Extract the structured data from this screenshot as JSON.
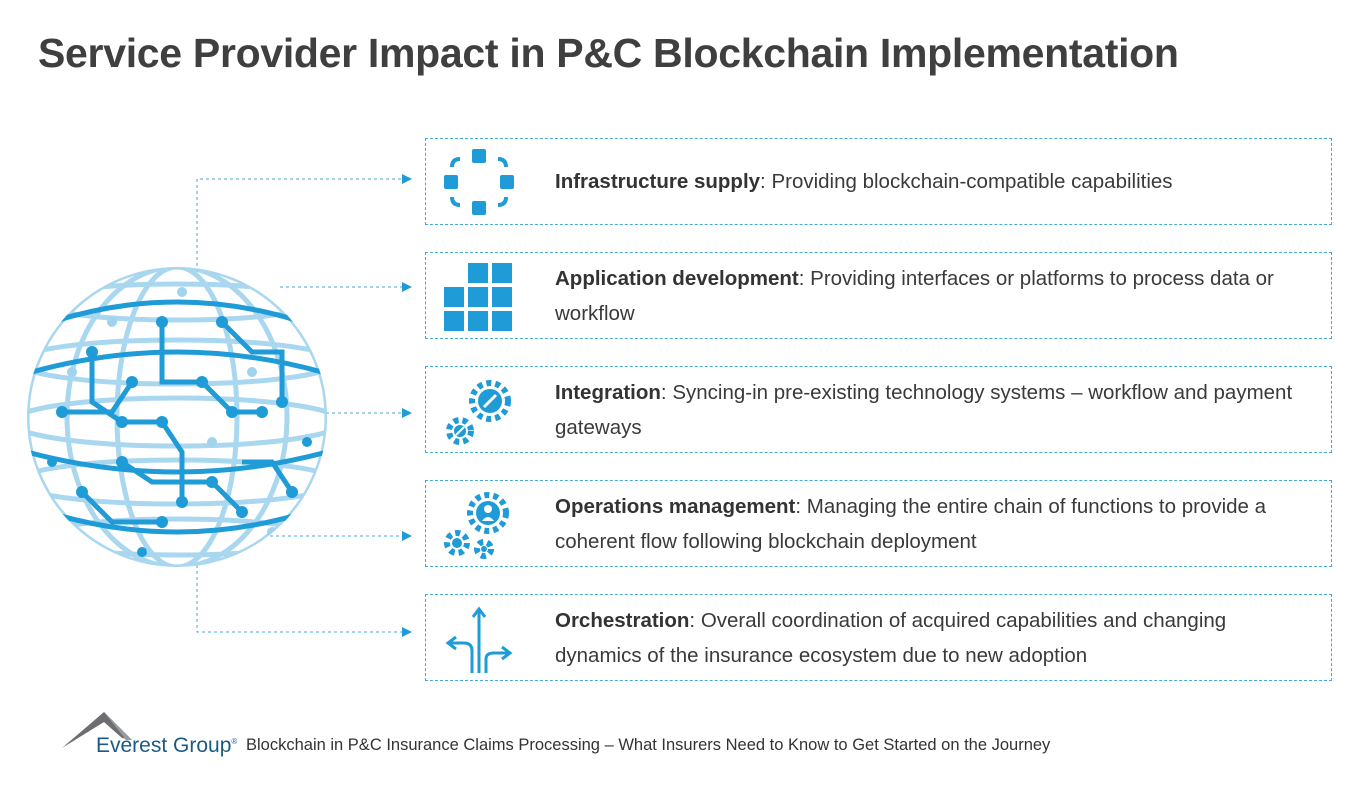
{
  "title": "Service Provider Impact in P&C Blockchain Implementation",
  "accent_color": "#1f9bd7",
  "items": [
    {
      "icon": "network-nodes-icon",
      "heading": "Infrastructure supply",
      "desc": ": Providing blockchain-compatible capabilities"
    },
    {
      "icon": "grid-blocks-icon",
      "heading": "Application development",
      "desc": ": Providing interfaces or platforms to process data or workflow"
    },
    {
      "icon": "gears-tools-icon",
      "heading": "Integration",
      "desc": ": Syncing-in pre-existing technology systems – workflow and payment gateways"
    },
    {
      "icon": "gears-person-icon",
      "heading": "Operations management",
      "desc": ": Managing the entire chain of functions to provide a coherent flow following blockchain deployment"
    },
    {
      "icon": "branching-arrows-icon",
      "heading": "Orchestration",
      "desc": ": Overall coordination of acquired capabilities and changing dynamics of the insurance ecosystem due to new adoption"
    }
  ],
  "footer": {
    "brand": "Everest Group",
    "registered": "®",
    "caption": "Blockchain in P&C Insurance Claims Processing – What Insurers Need to Know to Get Started on the Journey"
  }
}
